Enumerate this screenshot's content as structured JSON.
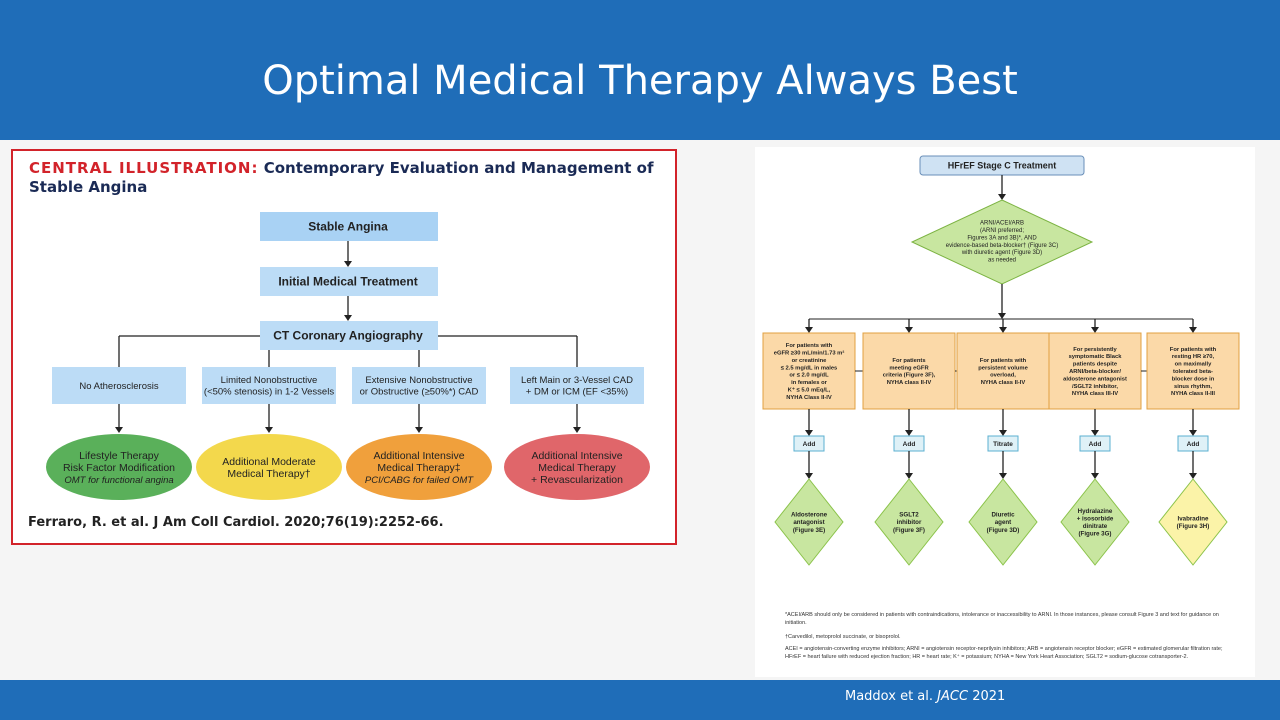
{
  "slide": {
    "title": "Optimal Medical Therapy Always Best",
    "citation_authors": "Maddox et al.",
    "citation_journal": "JACC",
    "citation_year": "2021"
  },
  "left_figure": {
    "label": "CENTRAL ILLUSTRATION:",
    "title_line1": " Contemporary Evaluation and Management of",
    "title_line2": "Stable Angina",
    "nodes": {
      "stable_angina": "Stable Angina",
      "initial_treatment": "Initial Medical Treatment",
      "ct_angiography": "CT Coronary Angiography"
    },
    "branches": [
      {
        "finding": [
          "No Atherosclerosis"
        ],
        "outcome": [
          "Lifestyle Therapy",
          "Risk Factor Modification"
        ],
        "outcome_note": "OMT for functional angina",
        "color": "#5ab05a"
      },
      {
        "finding": [
          "Limited Nonobstructive",
          "(<50% stenosis) in 1-2 Vessels"
        ],
        "outcome": [
          "Additional Moderate",
          "Medical Therapy†"
        ],
        "outcome_note": "",
        "color": "#f3d84c"
      },
      {
        "finding": [
          "Extensive Nonobstructive",
          "or Obstructive (≥50%*) CAD"
        ],
        "outcome": [
          "Additional Intensive",
          "Medical Therapy‡"
        ],
        "outcome_note": "PCI/CABG for failed OMT",
        "color": "#f0a03c"
      },
      {
        "finding": [
          "Left Main or 3-Vessel CAD",
          "+ DM or ICM (EF <35%)"
        ],
        "outcome": [
          "Additional Intensive",
          "Medical Therapy",
          "+ Revascularization"
        ],
        "outcome_note": "",
        "color": "#e0666a"
      }
    ],
    "reference": "Ferraro, R. et al. J Am Coll Cardiol. 2020;76(19):2252-66."
  },
  "right_figure": {
    "top_node": "HFrEF Stage C Treatment",
    "main_decision": [
      "ARNI/ACEI/ARB",
      "(ARNI preferred;",
      "Figures 3A and 3B)*, AND",
      "evidence-based beta-blocker† (Figure 3C)",
      "with diuretic agent (Figure 3D)",
      "as needed"
    ],
    "criteria": [
      {
        "lines": [
          "For patients with",
          "eGFR ≥30 mL/min/1.73 m²",
          "or creatinine",
          "≤ 2.5 mg/dL in males",
          "or ≤ 2.0 mg/dL",
          "in females or",
          "K⁺ ≤ 5.0 mEq/L,",
          "NYHA Class II-IV"
        ],
        "action": "Add",
        "therapy": [
          "Aldosterone",
          "antagonist",
          "(Figure 3E)"
        ],
        "color": "#c8e6a0"
      },
      {
        "lines": [
          "For patients",
          "meeting eGFR",
          "criteria (Figure 3F),",
          "NYHA class II-IV"
        ],
        "action": "Add",
        "therapy": [
          "SGLT2",
          "inhibitor",
          "(Figure 3F)"
        ],
        "color": "#c8e6a0"
      },
      {
        "lines": [
          "For patients with",
          "persistent volume",
          "overload,",
          "NYHA class II-IV"
        ],
        "action": "Titrate",
        "therapy": [
          "Diuretic",
          "agent",
          "(Figure 3D)"
        ],
        "color": "#c8e6a0"
      },
      {
        "lines": [
          "For persistently",
          "symptomatic Black",
          "patients despite",
          "ARNI/beta-blocker/",
          "aldosterone antagonist",
          "/SGLT2 inhibitor,",
          "NYHA class III-IV"
        ],
        "action": "Add",
        "therapy": [
          "Hydralazine",
          "+ isosorbide",
          "dinitrate",
          "(Figure 3G)"
        ],
        "color": "#c8e6a0"
      },
      {
        "lines": [
          "For patients with",
          "resting HR ≥70,",
          "on maximally",
          "tolerated beta-",
          "blocker dose in",
          "sinus rhythm,",
          "NYHA class II-III"
        ],
        "action": "Add",
        "therapy": [
          "Ivabradine",
          "(Figure 3H)"
        ],
        "color": "#fbf3a8"
      }
    ],
    "footnote_1": "*ACEI/ARB should only be considered in patients with contraindications, intolerance or inaccessibility to ARNI. In those instances, please consult Figure 3 and text for guidance on initiation.",
    "footnote_2": "†Carvedilol, metoprolol succinate, or bisoprolol.",
    "footnote_3": "ACEI = angiotensin-converting enzyme inhibitors; ARNI = angiotensin receptor-neprilysin inhibitors; ARB = angiotensin receptor blocker; eGFR = estimated glomerular filtration rate; HFrEF = heart failure with reduced ejection fraction; HR = heart rate; K⁺ = potassium; NYHA = New York Heart Association; SGLT2 = sodium-glucose cotransporter-2."
  }
}
